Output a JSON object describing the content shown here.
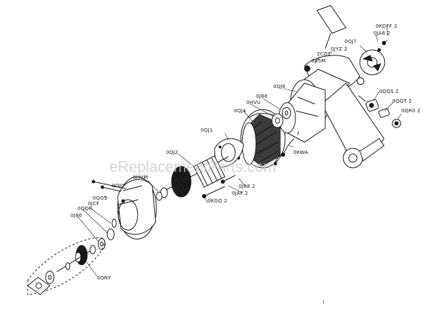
{
  "watermark": "eReplacementParts.com",
  "footer_mark": "!",
  "parts": {
    "okdff": "0KDFF 2",
    "oja6": "0JA6 2",
    "oqj7": "0QJ7",
    "ojyz": "0JYZ 2",
    "ocd1": "2CD1",
    "oksm": "0K5M",
    "oqj6": "0QJ6",
    "oj88a": "0J88",
    "ohvu": "0HVU",
    "oqj4": "0QJ4",
    "oqj1": "0QJ1",
    "oqj2": "0QJ2",
    "ohvm": "0HVM",
    "oqj0": "0QJ0",
    "oqgs": "0QGS",
    "ojcf": "0JCF",
    "oqqr": "0QQR",
    "oj86": "0J86",
    "oqny": "0QNY",
    "oj88b": "0J88 2",
    "ojaf": "0JAF 2",
    "okgo": "0KGO 2",
    "okwa": "0KWA",
    "oqqs": "0QQS 2",
    "oqqt": "0QQT 2",
    "oqr0": "0QR0 2"
  }
}
